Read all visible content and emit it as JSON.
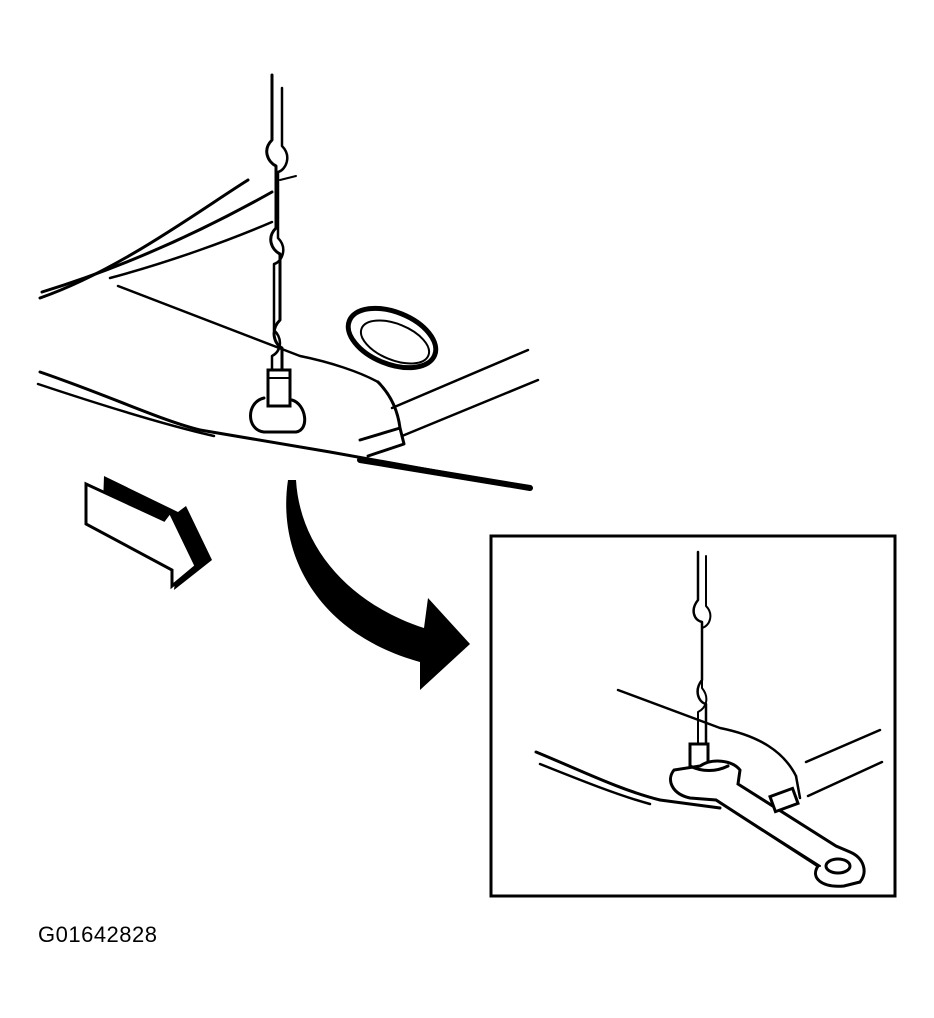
{
  "figure": {
    "id_label": "G01642828"
  },
  "colors": {
    "ink": "#000000",
    "paper": "#ffffff"
  },
  "icons": {
    "direction_arrow": "block-arrow-down-right",
    "transition_arrow": "curved-arrow"
  }
}
